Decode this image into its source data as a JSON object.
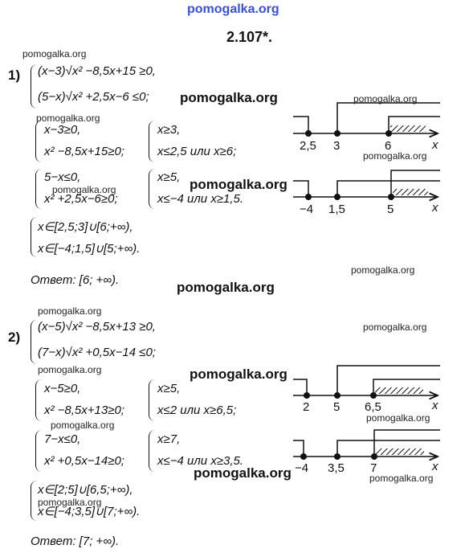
{
  "watermarks": {
    "top": "pomogalka.org",
    "small": "pomogalka.org",
    "big": "pomogalka.org"
  },
  "title": "2.107*.",
  "part1": {
    "number": "1)",
    "sys_line1": "(x−3)√x² −8,5x+15 ≥0,",
    "sys_line2": "(5−x)√x² +2,5x−6 ≤0;",
    "a_line1": "x−3≥0,",
    "a_line2": "x² −8,5x+15≥0;",
    "a_res1": "x≥3,",
    "a_res2": "x≤2,5 или x≥6;",
    "b_line1": "5−x≤0,",
    "b_line2": "x² +2,5x−6≥0;",
    "b_res1": "x≥5,",
    "b_res2": "x≤−4 или x≥1,5.",
    "union1": "x∈[2,5;3]∪[6;+∞),",
    "union2": "x∈[−4;1,5]∪[5;+∞).",
    "answer_label": "Ответ",
    "answer_value": ": [6; +∞)."
  },
  "part2": {
    "number": "2)",
    "sys_line1": "(x−5)√x² −8,5x+13 ≥0,",
    "sys_line2": "(7−x)√x² +0,5x−14 ≤0;",
    "a_line1": "x−5≥0,",
    "a_line2": "x² −8,5x+13≥0;",
    "a_res1": "x≥5,",
    "a_res2": "x≤2 или x≥6,5;",
    "b_line1": "7−x≤0,",
    "b_line2": "x² +0,5x−14≥0;",
    "b_res1": "x≥7,",
    "b_res2": "x≤−4 или x≥3,5.",
    "union1": "x∈[2;5]∪[6,5;+∞),",
    "union2": "x∈[−4;3,5]∪[7;+∞).",
    "answer_label": "Ответ",
    "answer_value": ": [7; +∞)."
  },
  "graphs": {
    "axis_var": "x",
    "g1_ticks": [
      "2,5",
      "3",
      "6"
    ],
    "g2_ticks": [
      "−4",
      "1,5",
      "5"
    ],
    "g3_ticks": [
      "2",
      "5",
      "6,5"
    ],
    "g4_ticks": [
      "−4",
      "3,5",
      "7"
    ]
  }
}
